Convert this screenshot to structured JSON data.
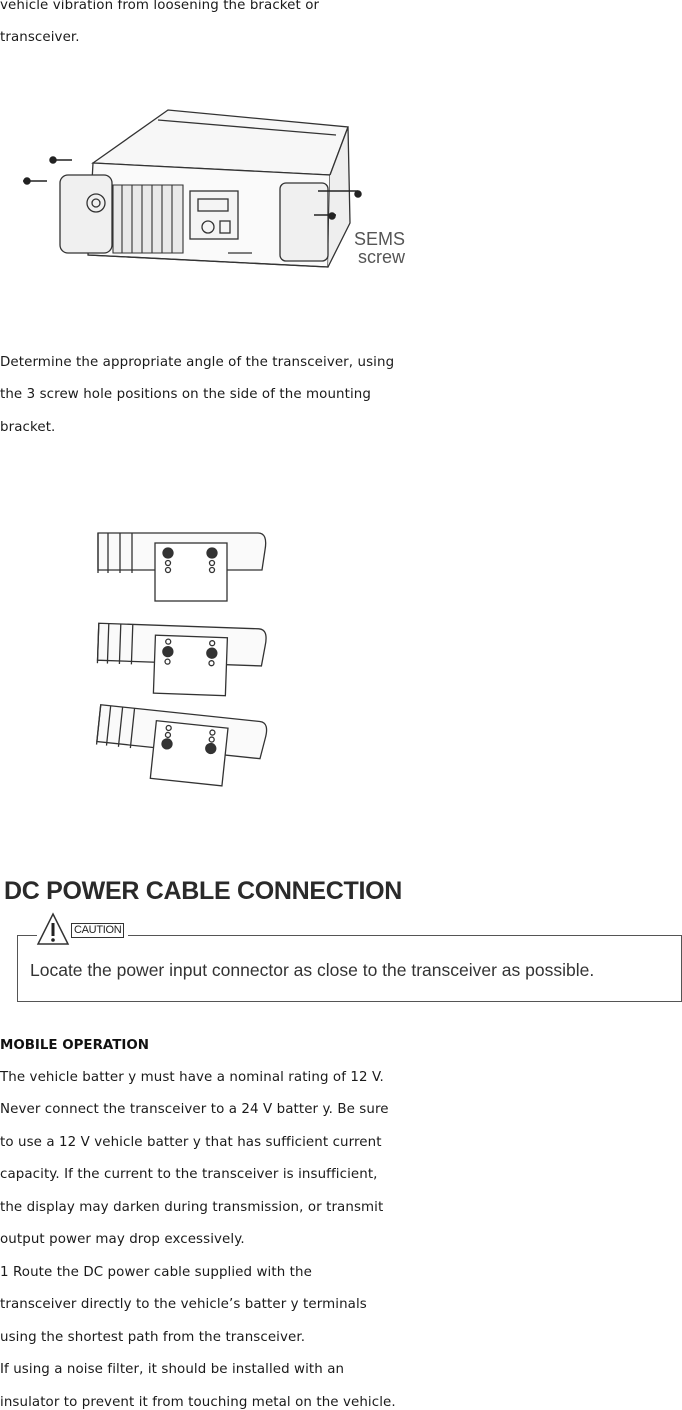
{
  "intro_lines": [
    "vehicle vibration from loosening the bracket or",
    "transceiver."
  ],
  "figure1": {
    "label_line1": "SEMS",
    "label_line2": "screw"
  },
  "angle_lines": [
    "Determine the appropriate angle of the transceiver, using",
    "the 3 screw hole positions on the side of the mounting",
    "bracket."
  ],
  "section_title": "DC POWER CABLE CONNECTION",
  "caution": {
    "label": "CAUTION",
    "text": "Locate the power input connector as close to the transceiver as possible."
  },
  "mobile": {
    "title": "MOBILE OPERATION",
    "lines": [
      "The vehicle batter y must have a nominal rating of 12 V.",
      "Never connect the transceiver to a 24 V batter y. Be sure",
      "to use a 12 V vehicle batter y that has sufficient current",
      "capacity. If the current to the transceiver is insufficient,",
      "the display may darken during transmission, or transmit",
      "output power may drop excessively.",
      "1 Route the DC power cable supplied with the",
      "transceiver directly to the vehicle’s batter y terminals",
      "using the shortest path from the transceiver.",
      "If using a noise filter, it should be installed with an",
      "insulator to prevent it from touching metal on the vehicle."
    ]
  }
}
